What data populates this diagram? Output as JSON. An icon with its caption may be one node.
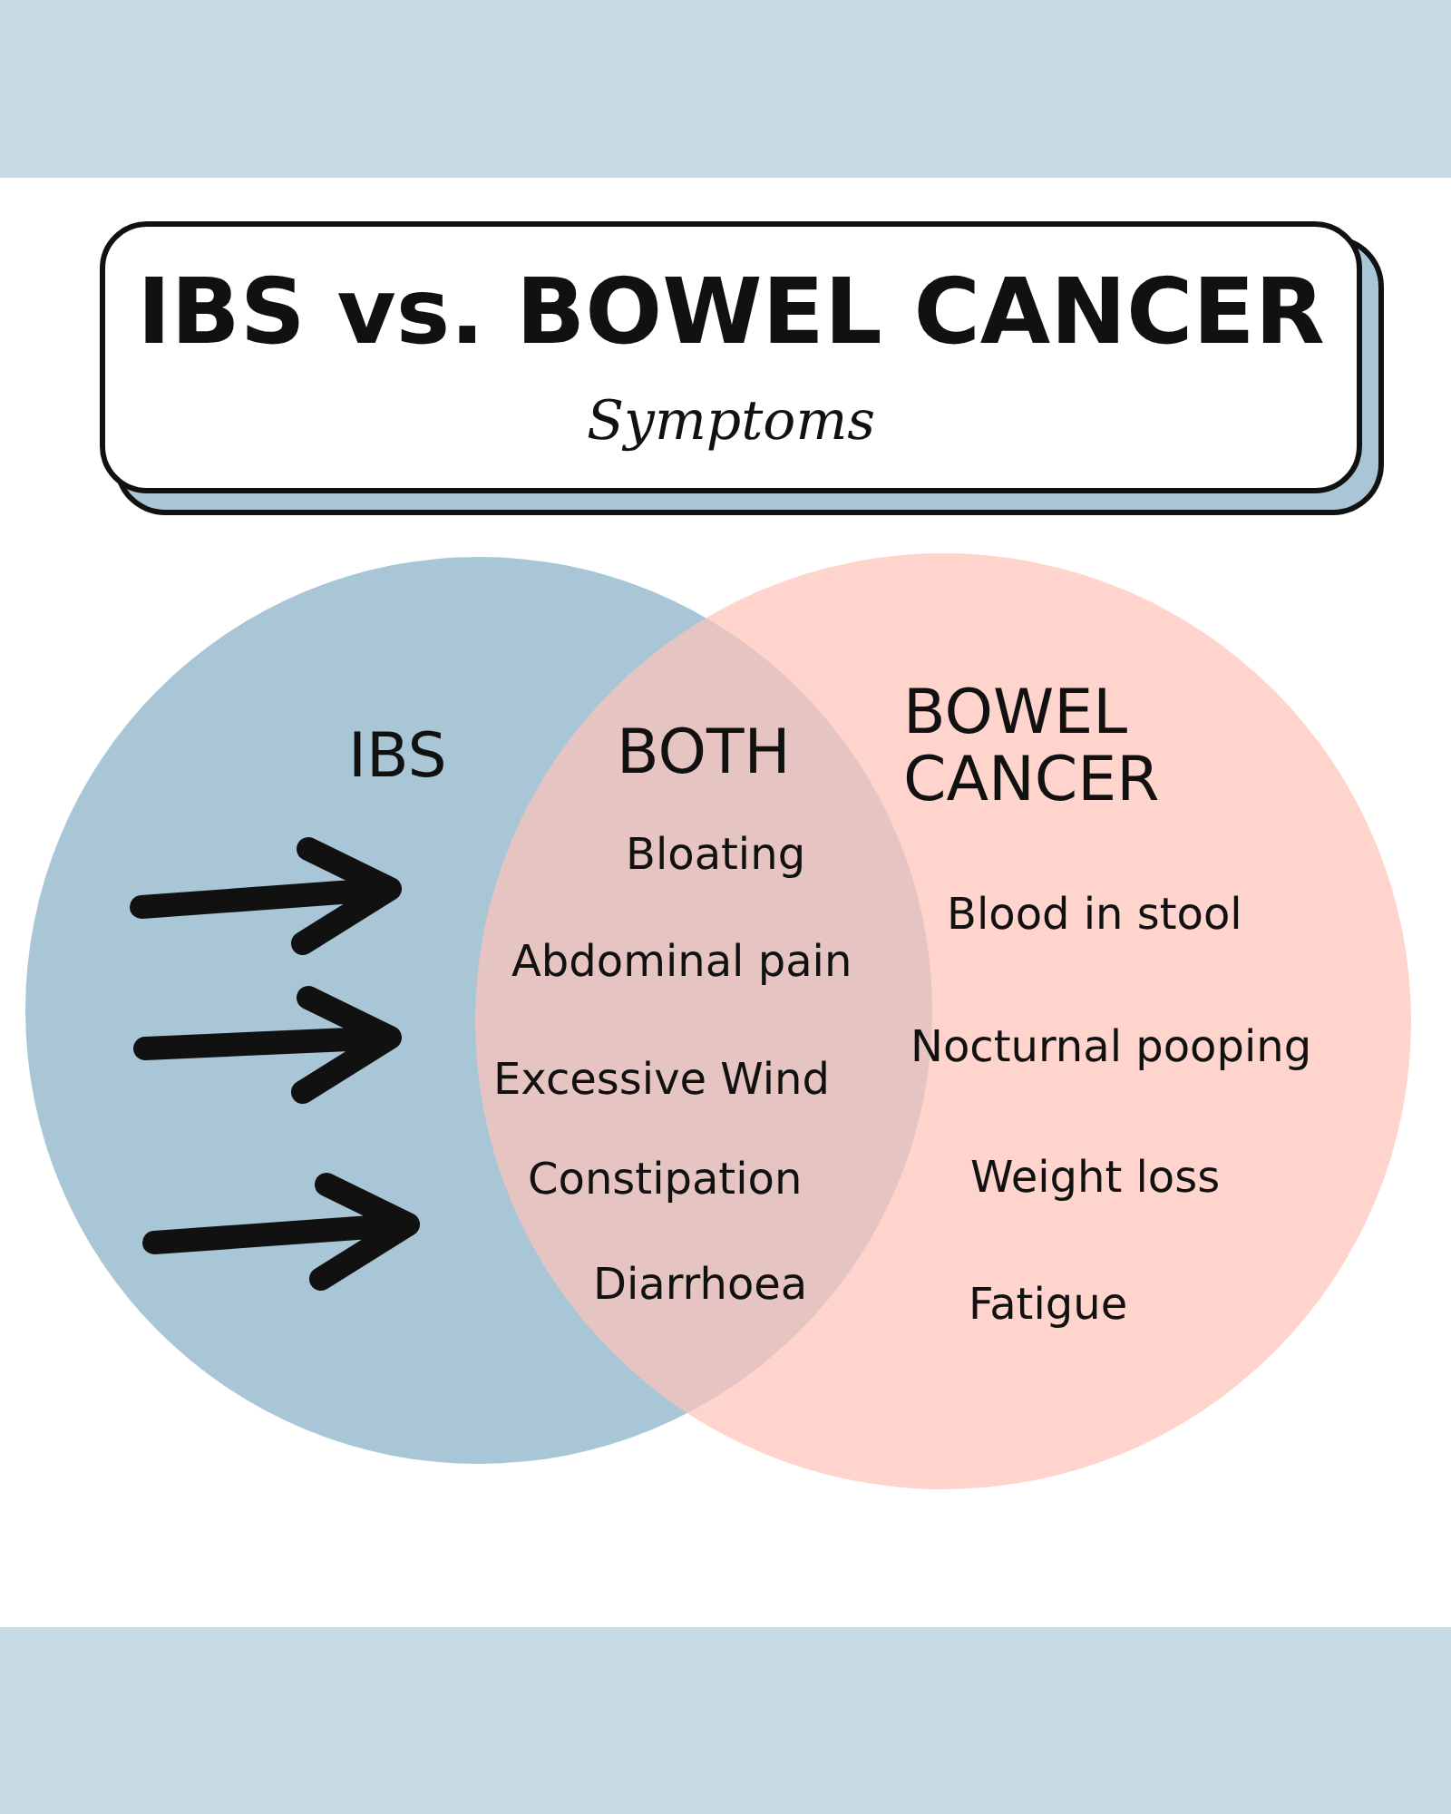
{
  "diagram": {
    "nodes": [
      {
        "text": [
          "IBS vs. BOWEL CANCER",
          "Symptoms"
        ]
      },
      {
        "text": [
          "IBS"
        ]
      },
      {
        "text": [
          "BOWEL CANCER",
          "Blood in stool",
          "Nocturnal pooping",
          "Weight loss",
          "Fatigue"
        ]
      }
    ],
    "labels": [
      "BOTH",
      "Bloating",
      "Abdominal pain",
      "Excessive Wind",
      "Constipation",
      "Diarrhoea"
    ]
  }
}
